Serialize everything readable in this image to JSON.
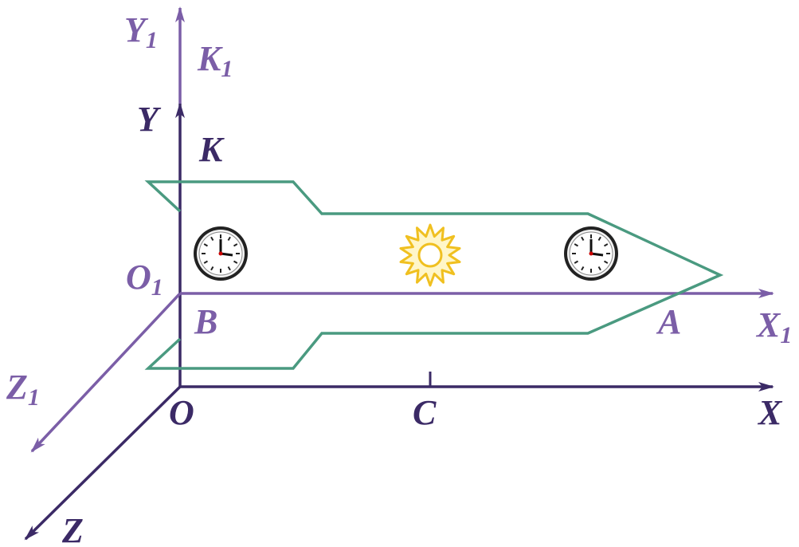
{
  "colors": {
    "frame_k": "#3b2a66",
    "frame_k1": "#7b5ea7",
    "rocket_outline": "#4a9a80",
    "sun": "#f0c020",
    "clock_rim": "#333333"
  },
  "icons": [
    "clock-icon",
    "clock-icon",
    "sun-icon"
  ],
  "labels": {
    "Y1": "Y",
    "Y1_sub": "1",
    "K1": "K",
    "K1_sub": "1",
    "Y": "Y",
    "K": "K",
    "O1": "O",
    "O1_sub": "1",
    "B": "B",
    "A": "A",
    "X1": "X",
    "X1_sub": "1",
    "Z1": "Z",
    "Z1_sub": "1",
    "O": "O",
    "C": "C",
    "X": "X",
    "Z": "Z"
  }
}
